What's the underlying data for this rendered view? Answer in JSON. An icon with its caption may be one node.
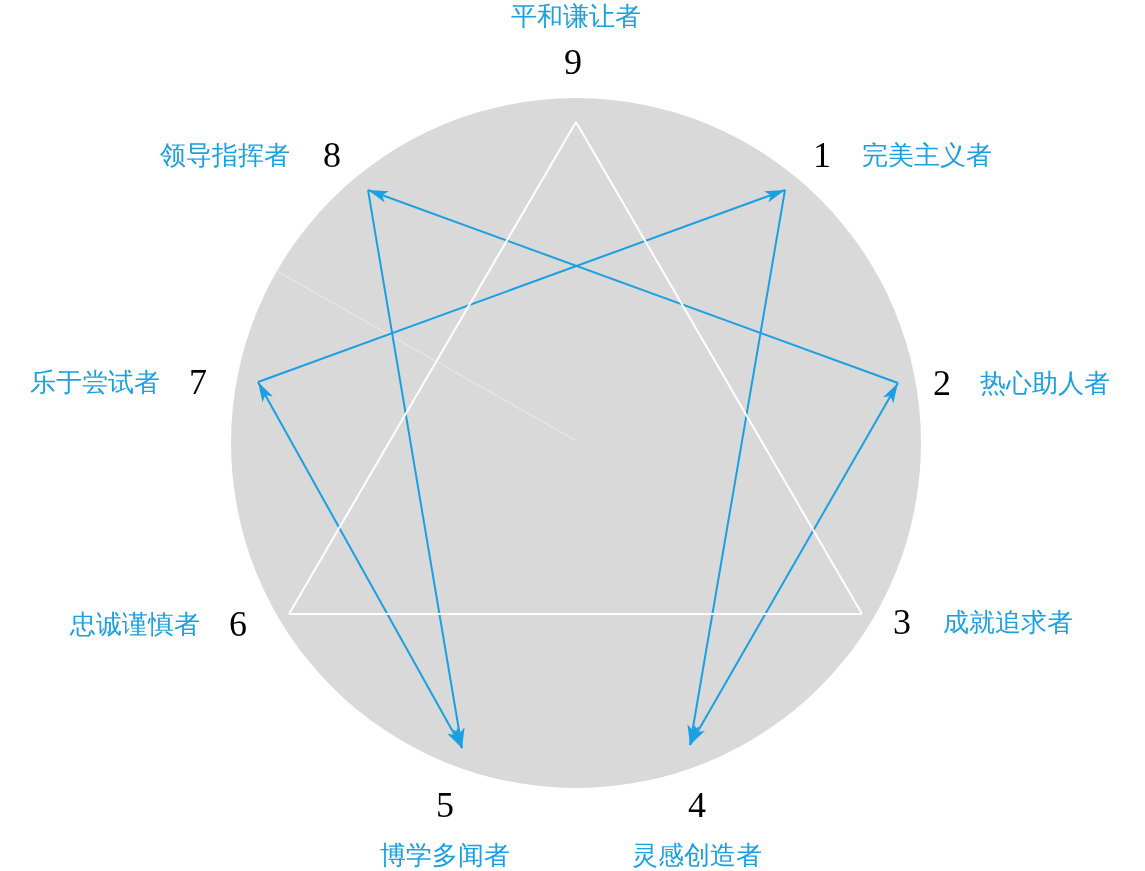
{
  "diagram": {
    "nodes": [
      {
        "text": [
          "9"
        ],
        "beside": [
          "平和谦让者"
        ]
      },
      {
        "text": [
          "8"
        ],
        "beside": [
          "领导指挥者"
        ]
      },
      {
        "text": [
          "1"
        ],
        "beside": [
          "完美主义者"
        ]
      },
      {
        "text": [
          "7"
        ],
        "beside": [
          "乐于尝试者"
        ]
      },
      {
        "text": [
          "2"
        ],
        "beside": [
          "热心助人者"
        ]
      },
      {
        "text": [
          "6"
        ],
        "beside": [
          "忠诚谨慎者"
        ]
      },
      {
        "text": [
          "3"
        ],
        "beside": [
          "成就追求者"
        ]
      },
      {
        "text": [
          "5"
        ],
        "beside": [
          "博学多闻者"
        ]
      },
      {
        "text": [
          "4"
        ],
        "beside": [
          "灵感创造者"
        ]
      }
    ],
    "edges": [
      {
        "from": 3,
        "to": 2,
        "arrow": "to"
      },
      {
        "from": 4,
        "to": 1,
        "arrow": "to"
      },
      {
        "from": 1,
        "to": 7,
        "arrow": "to"
      },
      {
        "from": 2,
        "to": 8,
        "arrow": "to"
      },
      {
        "from": 8,
        "to": 4,
        "arrow": "both"
      },
      {
        "from": 7,
        "to": 3,
        "arrow": "both"
      },
      {
        "from": 0,
        "to": 6,
        "arrow": "none",
        "color": "#ffffff"
      },
      {
        "from": 6,
        "to": 5,
        "arrow": "none",
        "color": "#ffffff"
      },
      {
        "from": 5,
        "to": 0,
        "arrow": "none",
        "color": "#ffffff"
      }
    ]
  }
}
